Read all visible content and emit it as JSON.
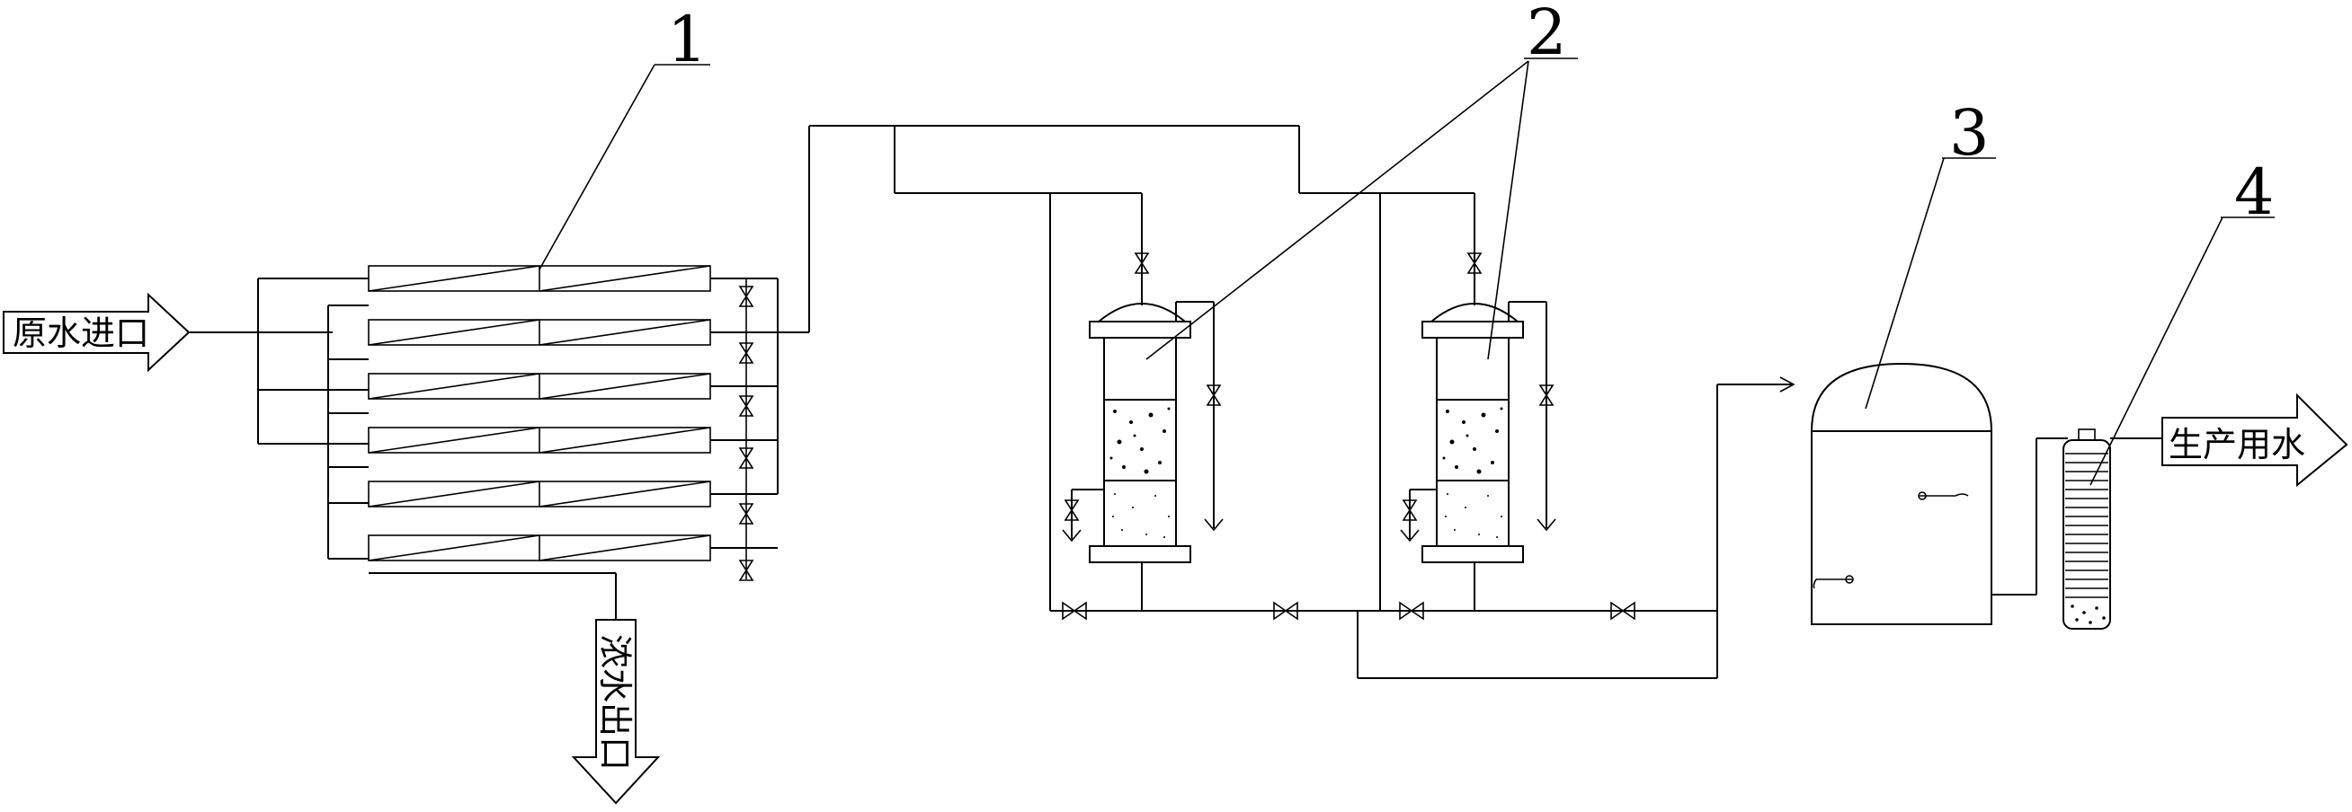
{
  "labels": {
    "inlet": "原水进口",
    "concentrate": "浓水出口",
    "product": "生产用水"
  },
  "callouts": [
    "1",
    "2",
    "3",
    "4"
  ]
}
